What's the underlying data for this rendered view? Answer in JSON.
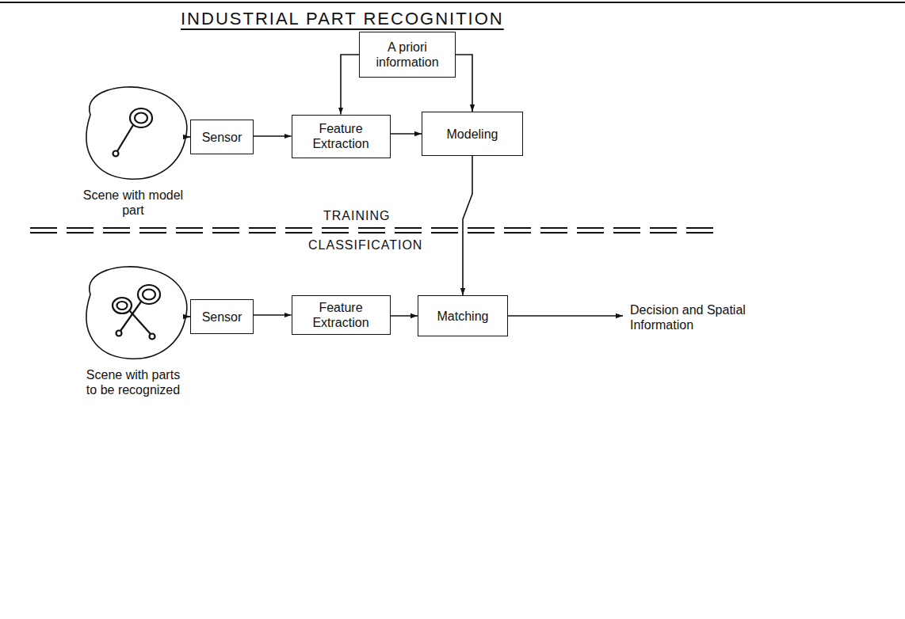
{
  "diagram": {
    "title": "INDUSTRIAL PART RECOGNITION",
    "nodes": [
      {
        "text": [
          "A priori information"
        ]
      },
      {
        "text": [
          "Scene with model part"
        ]
      },
      {
        "text": [
          "Sensor"
        ]
      },
      {
        "text": [
          "Feature Extraction"
        ]
      },
      {
        "text": [
          "Modeling"
        ]
      },
      {
        "text": [
          "Scene with parts to be recognized"
        ]
      },
      {
        "text": [
          "Sensor"
        ]
      },
      {
        "text": [
          "Feature Extraction"
        ]
      },
      {
        "text": [
          "Matching"
        ]
      }
    ],
    "edges": [
      {
        "from": 1,
        "to": 2,
        "arrow": "to"
      },
      {
        "from": 2,
        "to": 3,
        "arrow": "to"
      },
      {
        "from": 3,
        "to": 4,
        "arrow": "to"
      },
      {
        "from": 0,
        "to": 3,
        "arrow": "to"
      },
      {
        "from": 0,
        "to": 4,
        "arrow": "to"
      },
      {
        "from": 4,
        "to": 8,
        "arrow": "to"
      },
      {
        "from": 5,
        "to": 6,
        "arrow": "to"
      },
      {
        "from": 6,
        "to": 7,
        "arrow": "to"
      },
      {
        "from": 7,
        "to": 8,
        "arrow": "to"
      }
    ],
    "labels": [
      "TRAINING",
      "CLASSIFICATION",
      "Decision and Spatial Information"
    ]
  }
}
